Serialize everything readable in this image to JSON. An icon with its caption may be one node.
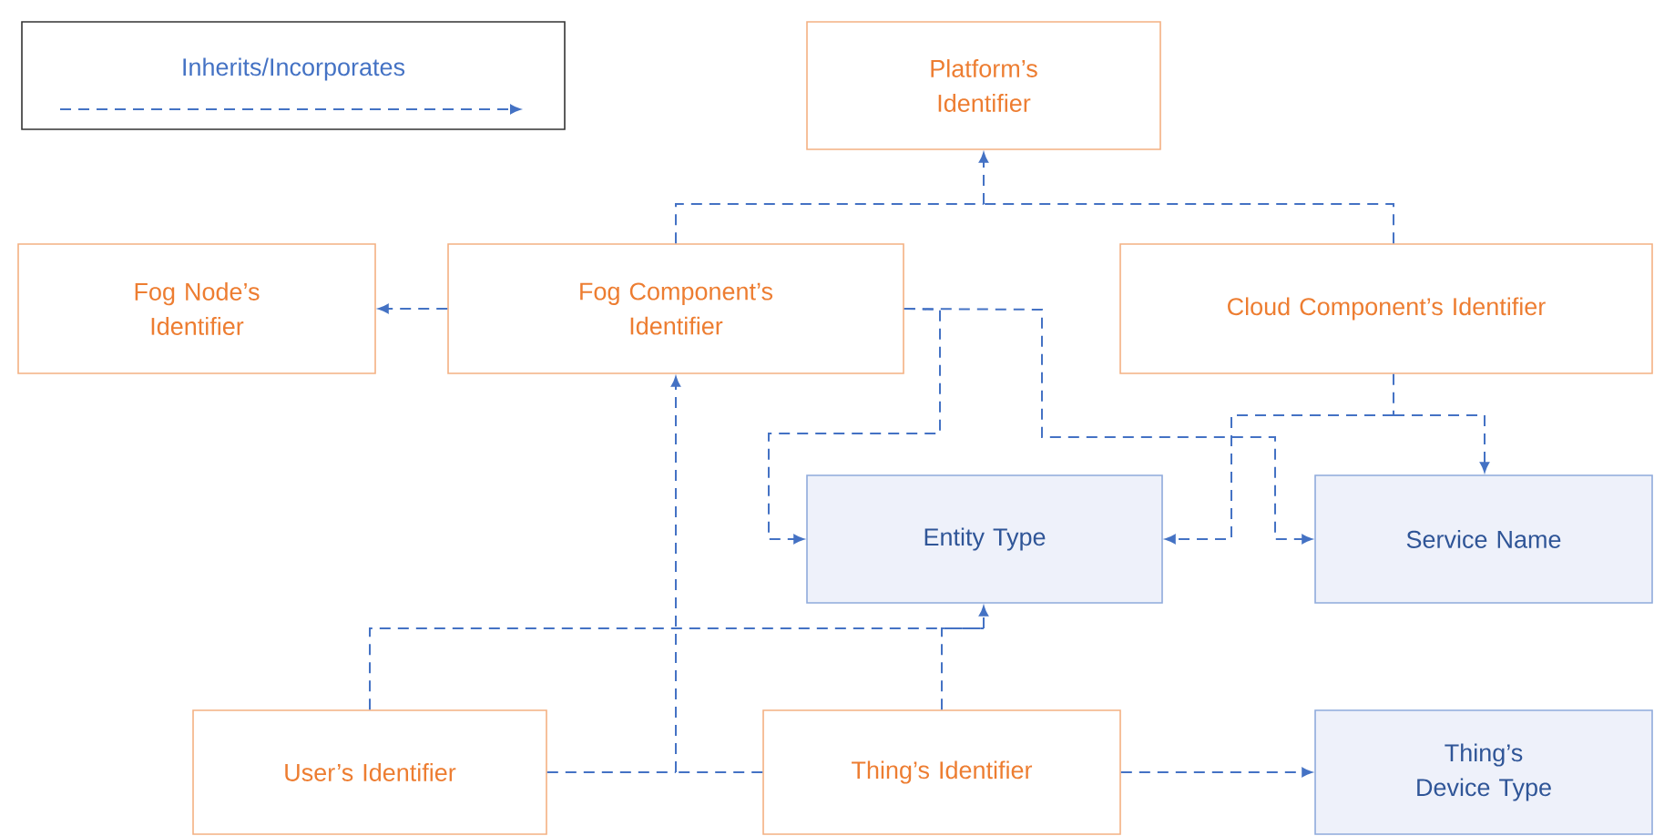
{
  "diagram": {
    "nodes": [
      {
        "text": [
          "Platform’s Identifier"
        ]
      },
      {
        "text": [
          "Fog Node’s Identifier"
        ]
      },
      {
        "text": [
          "Fog Component’s Identifier"
        ]
      },
      {
        "text": [
          "Cloud Component’s Identifier"
        ]
      },
      {
        "text": [
          "Entity Type"
        ]
      },
      {
        "text": [
          "Service Name"
        ]
      },
      {
        "text": [
          "User’s Identifier"
        ]
      },
      {
        "text": [
          "Thing’s Identifier"
        ]
      },
      {
        "text": [
          "Thing’s Device Type"
        ]
      }
    ],
    "edges": [
      {
        "from": 2,
        "to": 0,
        "arrow": "to",
        "style": "dashed"
      },
      {
        "from": 3,
        "to": 0,
        "arrow": "to",
        "style": "dashed"
      },
      {
        "from": 2,
        "to": 1,
        "arrow": "to",
        "style": "dashed"
      },
      {
        "from": 2,
        "to": 4,
        "arrow": "to",
        "style": "dashed"
      },
      {
        "from": 2,
        "to": 5,
        "arrow": "to",
        "style": "dashed"
      },
      {
        "from": 3,
        "to": 4,
        "arrow": "to",
        "style": "dashed"
      },
      {
        "from": 3,
        "to": 5,
        "arrow": "to",
        "style": "dashed"
      },
      {
        "from": 6,
        "to": 4,
        "arrow": "to",
        "style": "dashed"
      },
      {
        "from": 7,
        "to": 4,
        "arrow": "to",
        "style": "dashed"
      },
      {
        "from": 6,
        "to": 2,
        "arrow": "to",
        "style": "dashed"
      },
      {
        "from": 7,
        "to": 2,
        "arrow": "to",
        "style": "dashed"
      },
      {
        "from": 7,
        "to": 8,
        "arrow": "to",
        "style": "dashed"
      }
    ],
    "legend": [
      {
        "text": "Inherits/Incorporates"
      }
    ]
  }
}
